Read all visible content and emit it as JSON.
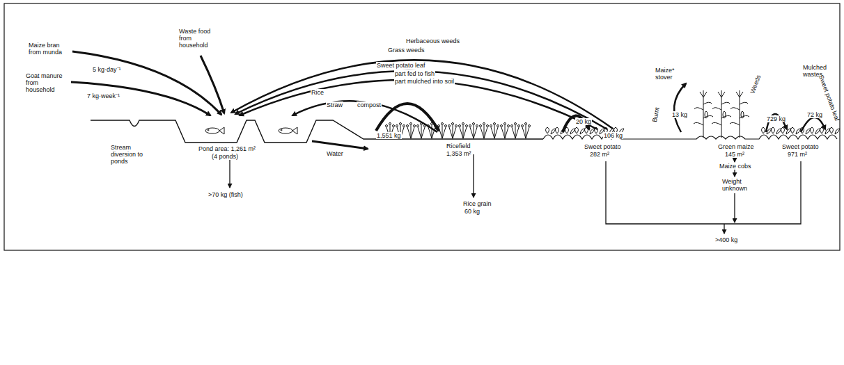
{
  "diagram": {
    "labels": [
      "Maize bran from munda",
      "5 kg·day⁻¹",
      "Goat manure from household",
      "7 kg·week⁻¹",
      "Waste food from household",
      "Herbaceous weeds",
      "Grass weeds",
      "Sweet potato leaf",
      "part fed to fish",
      "part mulched into soil",
      "Rice",
      "Straw",
      "compost",
      "1,551 kg",
      "Stream diversion to ponds",
      "Pond area: 1,261 m²",
      "(4 ponds)",
      ">70 kg (fish)",
      "Water",
      "Ricefield",
      "1,353 m²",
      "Rice grain",
      "60 kg",
      "20 kg",
      "106 kg",
      "Sweet potato",
      "282 m²",
      "Maize* stover",
      "Burnt",
      "13 kg",
      "Green maize",
      "145 m²",
      "Maize cobs",
      "Weight unknown",
      "Weeds",
      "Mulched wastes",
      "729 kg",
      "72 kg",
      "Sweet potato leaf",
      "Sweet potato",
      "971 m²",
      ">400 kg"
    ]
  }
}
